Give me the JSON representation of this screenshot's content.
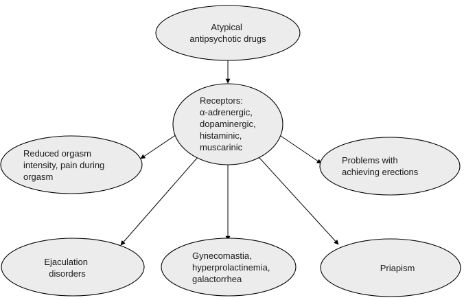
{
  "diagram": {
    "node_fill": "#ececec",
    "node_stroke": "#000000",
    "text_color": "#1a1a1a",
    "nodes": {
      "atypical": {
        "lines": [
          "Atypical",
          "antipsychotic drugs"
        ]
      },
      "receptors": {
        "lines": [
          "Receptors:",
          "α-adrenergic,",
          "dopaminergic,",
          "histaminic,",
          "muscarinic"
        ]
      },
      "reduced_orgasm": {
        "lines": [
          "Reduced orgasm",
          "intensity, pain during",
          "orgasm"
        ]
      },
      "erections": {
        "lines": [
          "Problems with",
          "achieving erections"
        ]
      },
      "ejaculation": {
        "lines": [
          "Ejaculation",
          "disorders"
        ]
      },
      "gynecomastia": {
        "lines": [
          "Gynecomastia,",
          "hyperprolactinemia,",
          "galactorrhea"
        ]
      },
      "priapism": {
        "lines": [
          "Priapism"
        ]
      }
    },
    "edges": [
      {
        "from": "atypical",
        "to": "receptors"
      },
      {
        "from": "receptors",
        "to": "reduced_orgasm"
      },
      {
        "from": "receptors",
        "to": "erections"
      },
      {
        "from": "receptors",
        "to": "ejaculation"
      },
      {
        "from": "receptors",
        "to": "gynecomastia"
      },
      {
        "from": "receptors",
        "to": "priapism"
      }
    ]
  }
}
